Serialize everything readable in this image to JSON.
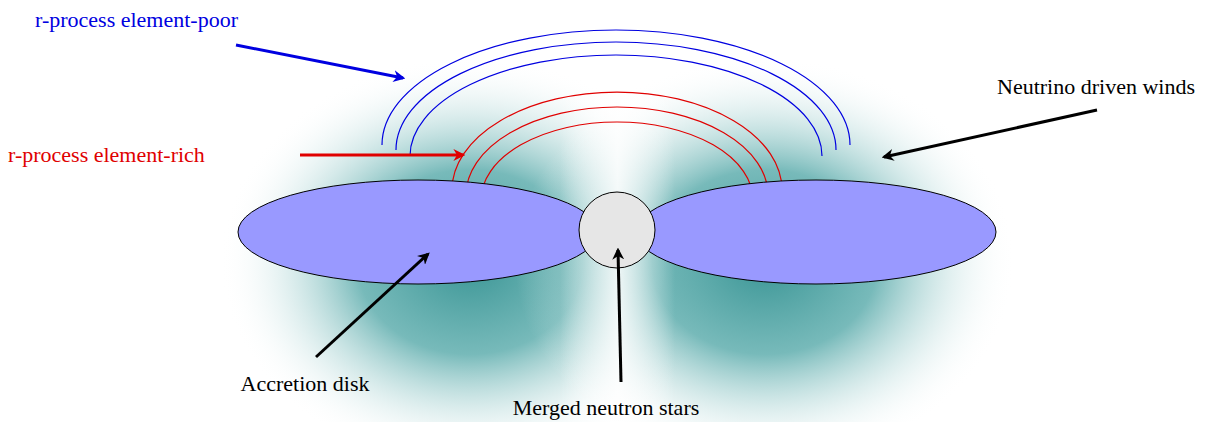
{
  "diagram": {
    "labels": [
      "r-process element-poor",
      "r-process element-rich",
      "Neutrino driven winds",
      "Accretion disk",
      "Merged neutron stars"
    ]
  }
}
